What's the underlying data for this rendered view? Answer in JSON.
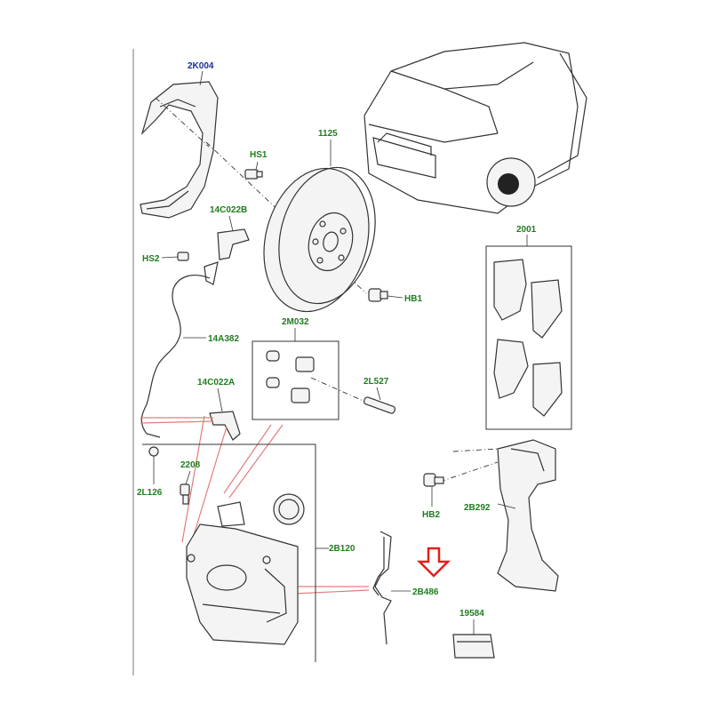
{
  "labels": {
    "heat_shield": "2K004",
    "screw_hs1": "HS1",
    "disc": "1125",
    "bracket_upper": "14C022B",
    "screw_hs2": "HS2",
    "bolt_hb1": "HB1",
    "pin_kit": "2M032",
    "sensor_cable": "14A382",
    "bracket_lower": "14C022A",
    "guide_pin": "2L527",
    "pad_set": "2001",
    "bleed_cap": "2L126",
    "bleed_screw": "2208",
    "caliper": "2B120",
    "anti_rattle_spring": "2B486",
    "bolt_hb2": "HB2",
    "caliper_carrier": "2B292",
    "grease": "19584"
  },
  "colors": {
    "label_blue": "#1a2e99",
    "label_green": "#1e7d1e",
    "highlight_arrow": "#e0201c",
    "leader_red": "#e27c7c",
    "line": "#333333"
  }
}
